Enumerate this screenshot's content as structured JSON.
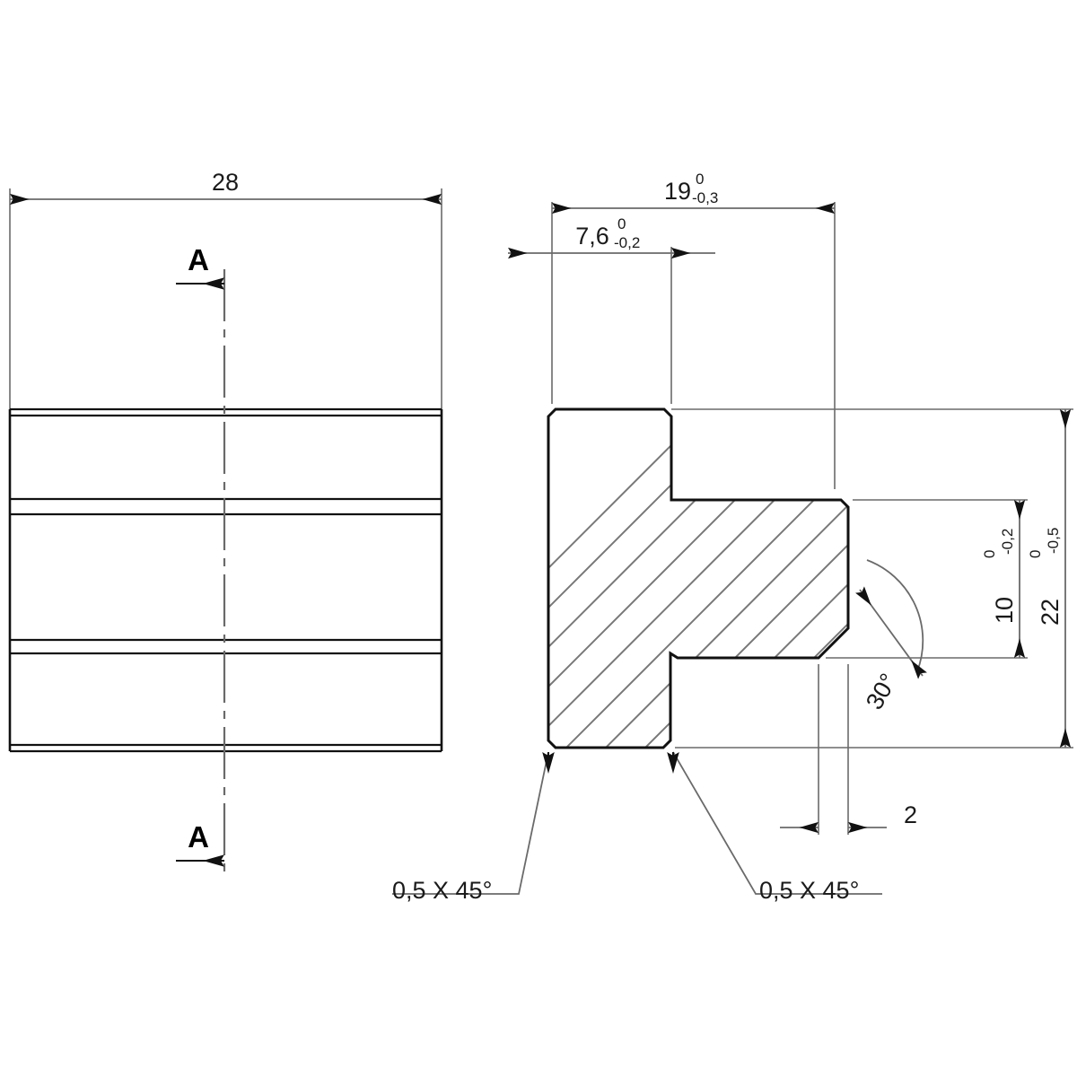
{
  "drawing": {
    "title": "Sectioned profile part drawing",
    "colors": {
      "outline": "#111111",
      "thin_line": "#666666",
      "hatch": "#777777",
      "text": "#1a1a1a",
      "background": "#ffffff"
    },
    "section_marks": {
      "letter_top": "A",
      "letter_bottom": "A"
    },
    "dimensions": {
      "overall_width": {
        "value": "28",
        "upper_tolerance": "",
        "lower_tolerance": ""
      },
      "section_width": {
        "value": "19",
        "upper_tolerance": "0",
        "lower_tolerance": "-0,3"
      },
      "web_width": {
        "value": "7,6",
        "upper_tolerance": "0",
        "lower_tolerance": "-0,2"
      },
      "flange_height": {
        "value": "10",
        "upper_tolerance": "0",
        "lower_tolerance": "-0,2"
      },
      "overall_height": {
        "value": "22",
        "upper_tolerance": "0",
        "lower_tolerance": "-0,5"
      },
      "chamfer_offset": {
        "value": "2",
        "upper_tolerance": "",
        "lower_tolerance": ""
      },
      "bevel_angle": {
        "value": "30°"
      }
    },
    "notes": {
      "chamfer_left": "0,5 X 45°",
      "chamfer_right": "0,5 X 45°"
    }
  }
}
